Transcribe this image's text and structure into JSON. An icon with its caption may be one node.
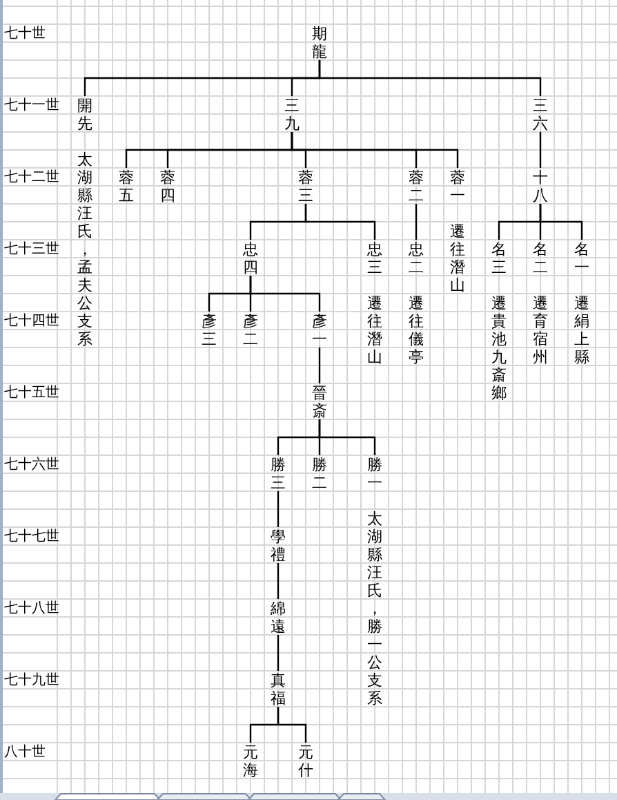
{
  "diagram": {
    "nodes": [
      {
        "text": [
          "期龍"
        ]
      },
      {
        "text": [
          "開先"
        ],
        "beside": [
          "太湖縣汪氏，孟夫公支系"
        ]
      },
      {
        "text": [
          "三九"
        ]
      },
      {
        "text": [
          "三六"
        ]
      },
      {
        "text": [
          "蓉五"
        ]
      },
      {
        "text": [
          "蓉四"
        ]
      },
      {
        "text": [
          "蓉三"
        ]
      },
      {
        "text": [
          "蓉二"
        ]
      },
      {
        "text": [
          "蓉一"
        ],
        "beside": [
          "遷往潛山"
        ]
      },
      {
        "text": [
          "十八"
        ]
      },
      {
        "text": [
          "忠四"
        ]
      },
      {
        "text": [
          "忠三"
        ],
        "beside": [
          "遷往潛山"
        ]
      },
      {
        "text": [
          "忠二"
        ],
        "beside": [
          "遷往儀亭"
        ]
      },
      {
        "text": [
          "名三"
        ],
        "beside": [
          "遷貴池九斎鄉"
        ]
      },
      {
        "text": [
          "名二"
        ],
        "beside": [
          "遷育宿州"
        ]
      },
      {
        "text": [
          "名一"
        ],
        "beside": [
          "遷絹上縣"
        ]
      },
      {
        "text": [
          "彥三"
        ]
      },
      {
        "text": [
          "彥二"
        ]
      },
      {
        "text": [
          "彥一"
        ]
      },
      {
        "text": [
          "晉斎"
        ]
      },
      {
        "text": [
          "勝三"
        ]
      },
      {
        "text": [
          "勝二"
        ]
      },
      {
        "text": [
          "勝一"
        ],
        "beside": [
          "太湖縣汪氏，勝一公支系"
        ]
      },
      {
        "text": [
          "學禮"
        ]
      },
      {
        "text": [
          "綿遠"
        ]
      },
      {
        "text": [
          "真福"
        ]
      },
      {
        "text": [
          "元海"
        ]
      },
      {
        "text": [
          "元什"
        ]
      }
    ],
    "edges": [
      {
        "from": 0,
        "to": 1,
        "arrow": "none"
      },
      {
        "from": 0,
        "to": 2,
        "arrow": "none"
      },
      {
        "from": 0,
        "to": 3,
        "arrow": "none"
      },
      {
        "from": 2,
        "to": 4,
        "arrow": "none"
      },
      {
        "from": 2,
        "to": 5,
        "arrow": "none"
      },
      {
        "from": 2,
        "to": 6,
        "arrow": "none"
      },
      {
        "from": 2,
        "to": 7,
        "arrow": "none"
      },
      {
        "from": 2,
        "to": 8,
        "arrow": "none"
      },
      {
        "from": 3,
        "to": 9,
        "arrow": "none"
      },
      {
        "from": 6,
        "to": 10,
        "arrow": "none"
      },
      {
        "from": 6,
        "to": 11,
        "arrow": "none"
      },
      {
        "from": 7,
        "to": 12,
        "arrow": "none"
      },
      {
        "from": 9,
        "to": 13,
        "arrow": "none"
      },
      {
        "from": 9,
        "to": 14,
        "arrow": "none"
      },
      {
        "from": 9,
        "to": 15,
        "arrow": "none"
      },
      {
        "from": 10,
        "to": 16,
        "arrow": "none"
      },
      {
        "from": 10,
        "to": 17,
        "arrow": "none"
      },
      {
        "from": 10,
        "to": 18,
        "arrow": "none"
      },
      {
        "from": 18,
        "to": 19,
        "arrow": "none"
      },
      {
        "from": 19,
        "to": 20,
        "arrow": "none"
      },
      {
        "from": 19,
        "to": 21,
        "arrow": "none"
      },
      {
        "from": 19,
        "to": 22,
        "arrow": "none"
      },
      {
        "from": 20,
        "to": 23,
        "arrow": "none"
      },
      {
        "from": 23,
        "to": 24,
        "arrow": "none"
      },
      {
        "from": 24,
        "to": 25,
        "arrow": "none"
      },
      {
        "from": 25,
        "to": 26,
        "arrow": "none"
      },
      {
        "from": 25,
        "to": 27,
        "arrow": "none"
      }
    ],
    "labels": [
      "七十世",
      "七十一世",
      "七十二世",
      "七十三世",
      "七十四世",
      "七十五世",
      "七十六世",
      "七十七世",
      "七十八世",
      "七十九世",
      "八十世"
    ]
  }
}
